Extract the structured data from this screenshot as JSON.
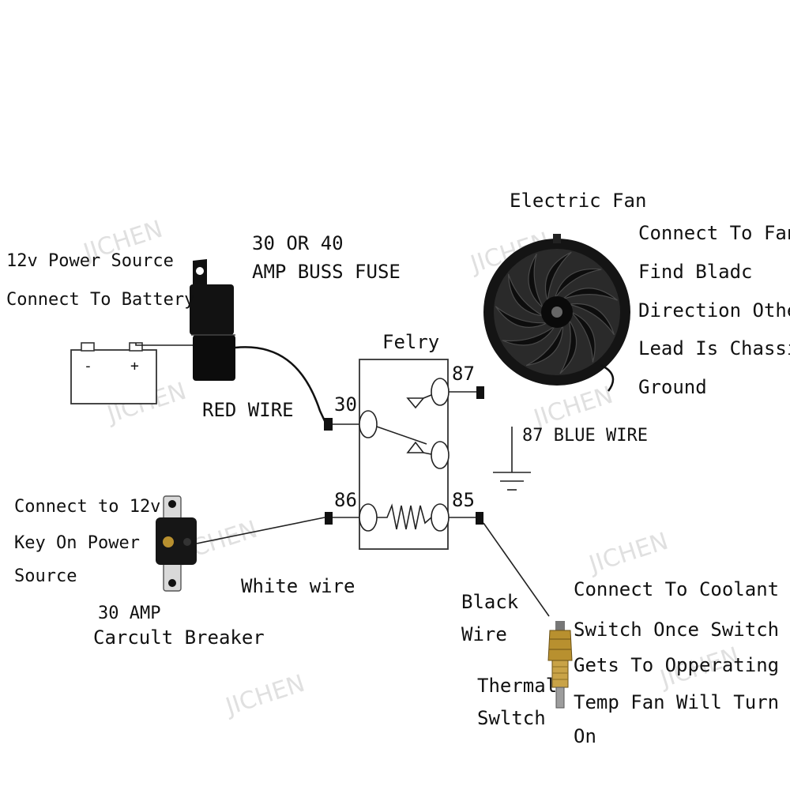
{
  "labels": {
    "power_source_l1": "12v Power Source",
    "power_source_l2": "Connect To Battery",
    "fuse_l1": "30 OR 40",
    "fuse_l2": "AMP BUSS FUSE",
    "red_wire": "RED WIRE",
    "relay": "Felry",
    "fan_title": "Electric Fan",
    "fan_note_l1": "Connect To Fan",
    "fan_note_l2": "Find Bladc",
    "fan_note_l3": "Direction Other",
    "fan_note_l4": "Lead Is Chassis",
    "fan_note_l5": "Ground",
    "blue_wire": "87 BLUE WIRE",
    "key_l1": "Connect to 12v",
    "key_l2": "Key On Power",
    "key_l3": "Source",
    "breaker_l1": "30 AMP",
    "breaker_l2": "Carcult Breaker",
    "white_wire": "White wire",
    "black_wire_l1": "Black",
    "black_wire_l2": "Wire",
    "thermal_l1": "Thermal",
    "thermal_l2": "Swltch",
    "coolant_l1": "Connect To Coolant",
    "coolant_l2": "Switch Once Switch",
    "coolant_l3": "Gets To Opperating",
    "coolant_l4": "Temp Fan Will Turn",
    "coolant_l5": "On"
  },
  "pins": {
    "p30": "30",
    "p87": "87",
    "p86": "86",
    "p85": "85"
  },
  "battery": {
    "neg": "-",
    "pos": "+"
  },
  "watermark": "JICHEN"
}
